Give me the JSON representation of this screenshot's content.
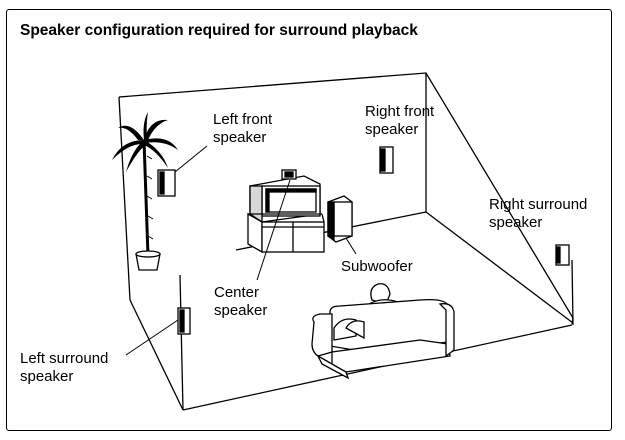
{
  "title": "Speaker configuration required for surround playback",
  "labels": {
    "left_front": [
      "Left front",
      "speaker"
    ],
    "right_front": [
      "Right front",
      "speaker"
    ],
    "right_surround": [
      "Right surround",
      "speaker"
    ],
    "subwoofer": "Subwoofer",
    "center": [
      "Center",
      "speaker"
    ],
    "left_surround": [
      "Left surround",
      "speaker"
    ]
  },
  "colors": {
    "line": "#000000",
    "background": "#ffffff"
  }
}
